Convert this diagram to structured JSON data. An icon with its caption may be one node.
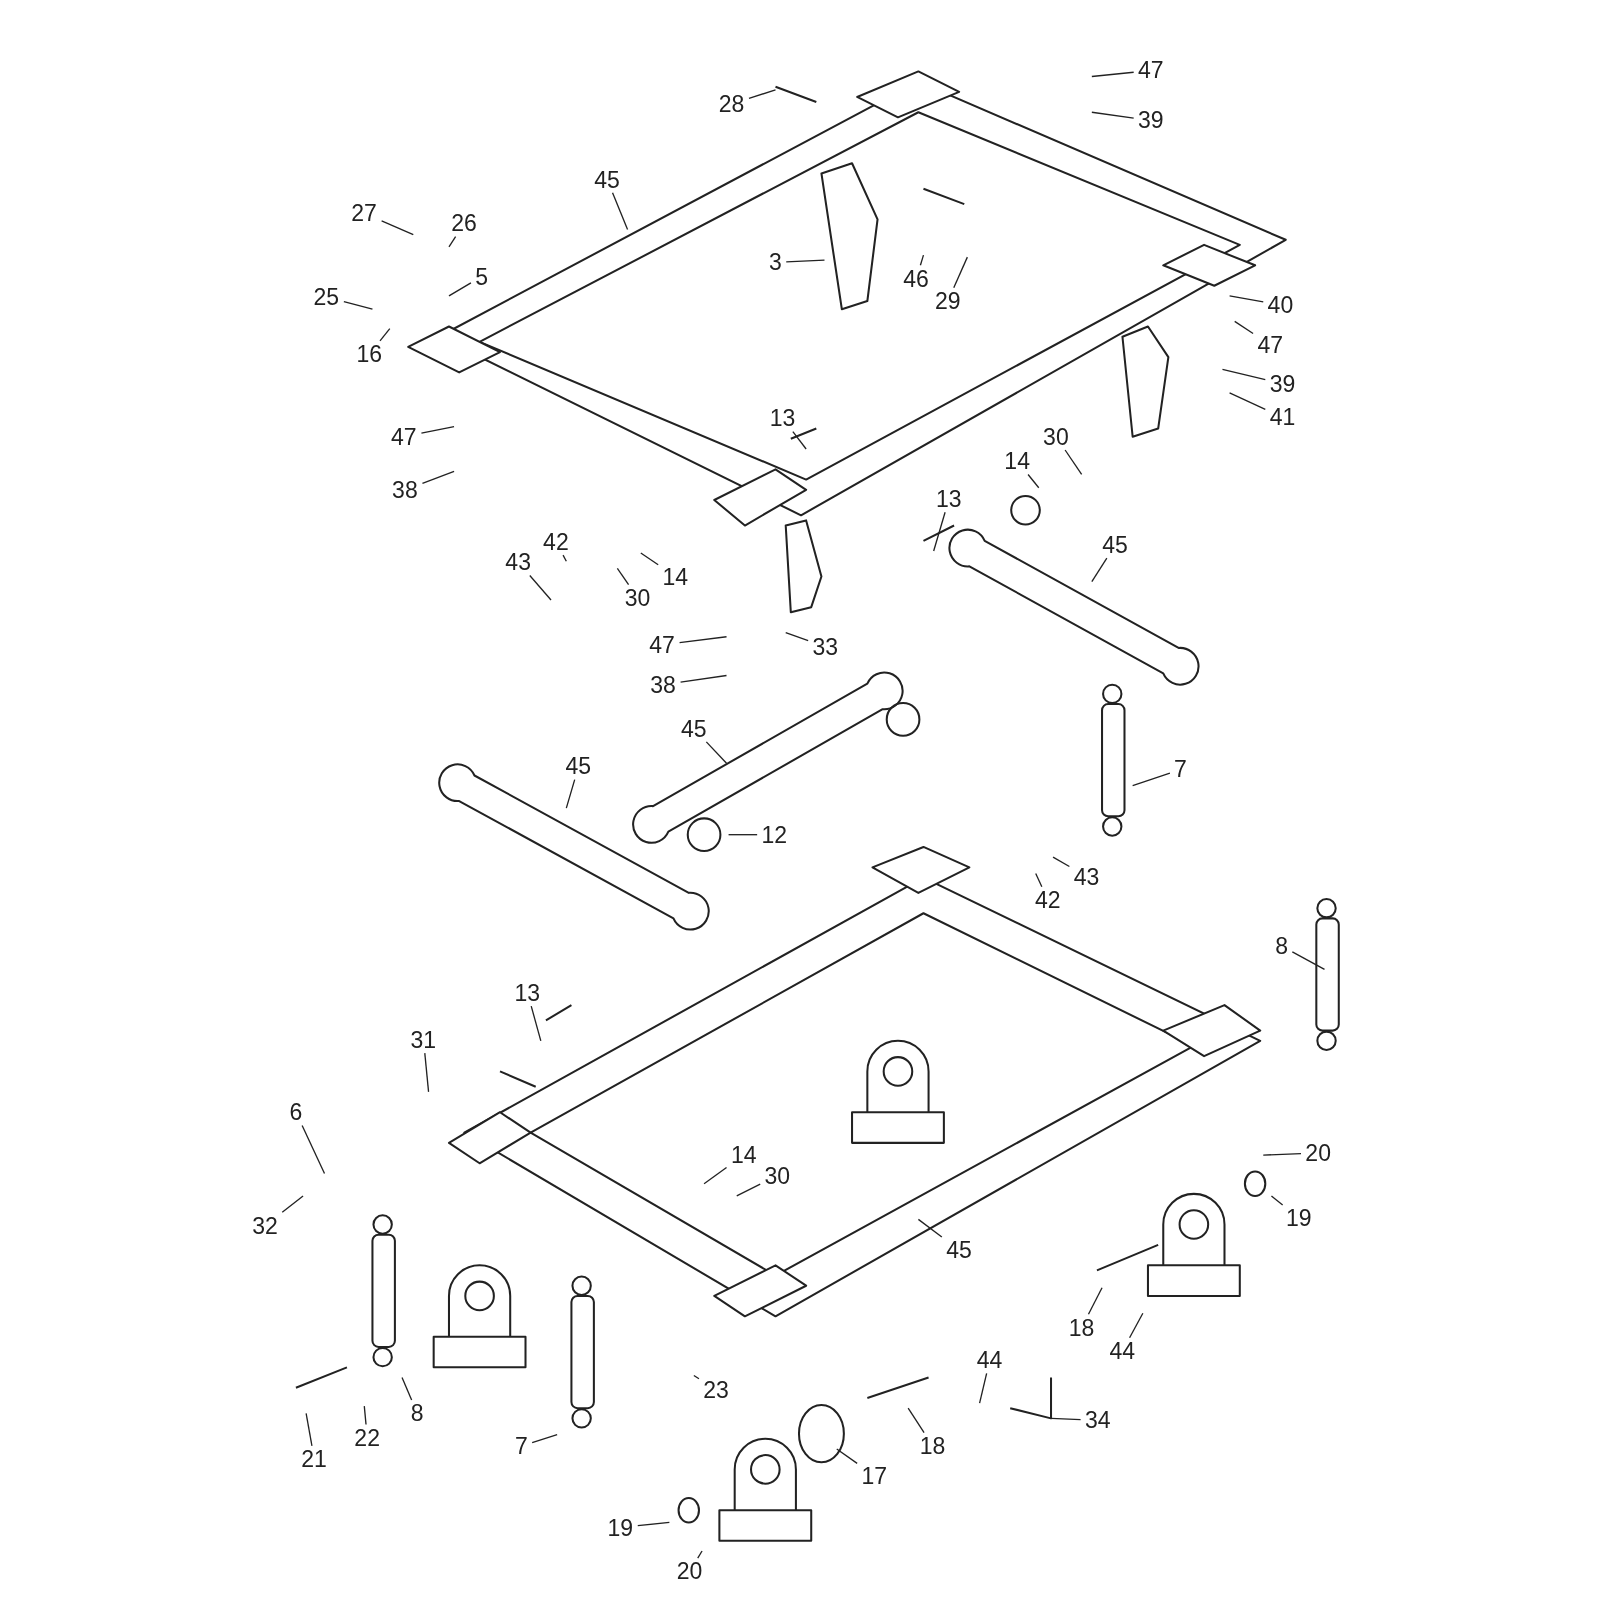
{
  "diagram": {
    "nodes": [
      {
        "text": [
          "28"
        ]
      },
      {
        "text": [
          "45"
        ]
      },
      {
        "text": [
          "47"
        ]
      },
      {
        "text": [
          "39"
        ]
      },
      {
        "text": [
          "27"
        ]
      },
      {
        "text": [
          "26"
        ]
      },
      {
        "text": [
          "5"
        ]
      },
      {
        "text": [
          "25"
        ]
      },
      {
        "text": [
          "16"
        ]
      },
      {
        "text": [
          "3"
        ]
      },
      {
        "text": [
          "46"
        ]
      },
      {
        "text": [
          "29"
        ]
      },
      {
        "text": [
          "40"
        ]
      },
      {
        "text": [
          "47"
        ]
      },
      {
        "text": [
          "39"
        ]
      },
      {
        "text": [
          "41"
        ]
      },
      {
        "text": [
          "47"
        ]
      },
      {
        "text": [
          "38"
        ]
      },
      {
        "text": [
          "13"
        ]
      },
      {
        "text": [
          "30"
        ]
      },
      {
        "text": [
          "14"
        ]
      },
      {
        "text": [
          "13"
        ]
      },
      {
        "text": [
          "45"
        ]
      },
      {
        "text": [
          "42"
        ]
      },
      {
        "text": [
          "43"
        ]
      },
      {
        "text": [
          "14"
        ]
      },
      {
        "text": [
          "30"
        ]
      },
      {
        "text": [
          "33"
        ]
      },
      {
        "text": [
          "47"
        ]
      },
      {
        "text": [
          "38"
        ]
      },
      {
        "text": [
          "45"
        ]
      },
      {
        "text": [
          "45"
        ]
      },
      {
        "text": [
          "7"
        ]
      },
      {
        "text": [
          "12"
        ]
      },
      {
        "text": [
          "42"
        ]
      },
      {
        "text": [
          "43"
        ]
      },
      {
        "text": [
          "8"
        ]
      },
      {
        "text": [
          "13"
        ]
      },
      {
        "text": [
          "31"
        ]
      },
      {
        "text": [
          "6"
        ]
      },
      {
        "text": [
          "20"
        ]
      },
      {
        "text": [
          "14"
        ]
      },
      {
        "text": [
          "30"
        ]
      },
      {
        "text": [
          "32"
        ]
      },
      {
        "text": [
          "19"
        ]
      },
      {
        "text": [
          "45"
        ]
      },
      {
        "text": [
          "18"
        ]
      },
      {
        "text": [
          "44"
        ]
      },
      {
        "text": [
          "44"
        ]
      },
      {
        "text": [
          "34"
        ]
      },
      {
        "text": [
          "23"
        ]
      },
      {
        "text": [
          "8"
        ]
      },
      {
        "text": [
          "22"
        ]
      },
      {
        "text": [
          "21"
        ]
      },
      {
        "text": [
          "7"
        ]
      },
      {
        "text": [
          "18"
        ]
      },
      {
        "text": [
          "17"
        ]
      },
      {
        "text": [
          "19"
        ]
      },
      {
        "text": [
          "20"
        ]
      }
    ],
    "edges": [
      {
        "from": 0,
        "to": null,
        "arrow": "none"
      },
      {
        "from": 1,
        "to": null,
        "arrow": "none"
      },
      {
        "from": 2,
        "to": null,
        "arrow": "none"
      },
      {
        "from": 3,
        "to": null,
        "arrow": "none"
      },
      {
        "from": 4,
        "to": null,
        "arrow": "none"
      },
      {
        "from": 5,
        "to": null,
        "arrow": "none"
      },
      {
        "from": 6,
        "to": null,
        "arrow": "none"
      },
      {
        "from": 7,
        "to": null,
        "arrow": "none"
      },
      {
        "from": 8,
        "to": null,
        "arrow": "none"
      },
      {
        "from": 9,
        "to": null,
        "arrow": "none"
      },
      {
        "from": 10,
        "to": null,
        "arrow": "none"
      },
      {
        "from": 11,
        "to": null,
        "arrow": "none"
      },
      {
        "from": 12,
        "to": null,
        "arrow": "none"
      },
      {
        "from": 13,
        "to": null,
        "arrow": "none"
      },
      {
        "from": 14,
        "to": null,
        "arrow": "none"
      },
      {
        "from": 15,
        "to": null,
        "arrow": "none"
      },
      {
        "from": 16,
        "to": null,
        "arrow": "none"
      },
      {
        "from": 17,
        "to": null,
        "arrow": "none"
      },
      {
        "from": 18,
        "to": null,
        "arrow": "none"
      },
      {
        "from": 19,
        "to": null,
        "arrow": "none"
      },
      {
        "from": 20,
        "to": null,
        "arrow": "none"
      },
      {
        "from": 21,
        "to": null,
        "arrow": "none"
      },
      {
        "from": 22,
        "to": null,
        "arrow": "none"
      },
      {
        "from": 23,
        "to": null,
        "arrow": "none"
      },
      {
        "from": 24,
        "to": null,
        "arrow": "none"
      },
      {
        "from": 25,
        "to": null,
        "arrow": "none"
      },
      {
        "from": 26,
        "to": null,
        "arrow": "none"
      },
      {
        "from": 27,
        "to": null,
        "arrow": "none"
      },
      {
        "from": 28,
        "to": null,
        "arrow": "none"
      },
      {
        "from": 29,
        "to": null,
        "arrow": "none"
      },
      {
        "from": 30,
        "to": null,
        "arrow": "none"
      },
      {
        "from": 31,
        "to": null,
        "arrow": "none"
      },
      {
        "from": 32,
        "to": null,
        "arrow": "none"
      },
      {
        "from": 33,
        "to": null,
        "arrow": "none"
      },
      {
        "from": 34,
        "to": null,
        "arrow": "none"
      },
      {
        "from": 35,
        "to": null,
        "arrow": "none"
      },
      {
        "from": 36,
        "to": null,
        "arrow": "none"
      },
      {
        "from": 37,
        "to": null,
        "arrow": "none"
      },
      {
        "from": 38,
        "to": null,
        "arrow": "none"
      },
      {
        "from": 39,
        "to": null,
        "arrow": "none"
      },
      {
        "from": 40,
        "to": null,
        "arrow": "none"
      },
      {
        "from": 41,
        "to": null,
        "arrow": "none"
      },
      {
        "from": 42,
        "to": null,
        "arrow": "none"
      },
      {
        "from": 43,
        "to": null,
        "arrow": "none"
      },
      {
        "from": 44,
        "to": null,
        "arrow": "none"
      },
      {
        "from": 45,
        "to": null,
        "arrow": "none"
      },
      {
        "from": 46,
        "to": null,
        "arrow": "none"
      },
      {
        "from": 47,
        "to": null,
        "arrow": "none"
      },
      {
        "from": 48,
        "to": null,
        "arrow": "none"
      },
      {
        "from": 49,
        "to": null,
        "arrow": "none"
      },
      {
        "from": 50,
        "to": null,
        "arrow": "none"
      },
      {
        "from": 51,
        "to": null,
        "arrow": "none"
      },
      {
        "from": 52,
        "to": null,
        "arrow": "none"
      },
      {
        "from": 53,
        "to": null,
        "arrow": "none"
      },
      {
        "from": 54,
        "to": null,
        "arrow": "none"
      },
      {
        "from": 55,
        "to": null,
        "arrow": "none"
      },
      {
        "from": 56,
        "to": null,
        "arrow": "none"
      },
      {
        "from": 57,
        "to": null,
        "arrow": "none"
      },
      {
        "from": 58,
        "to": null,
        "arrow": "none"
      }
    ]
  }
}
